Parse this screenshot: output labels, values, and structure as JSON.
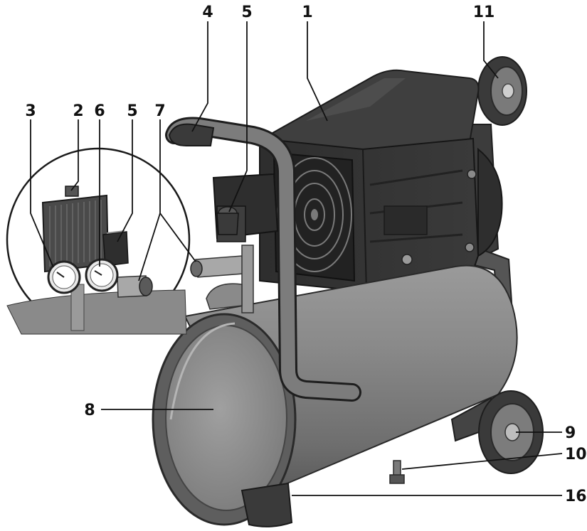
{
  "figure": {
    "callouts": [
      {
        "id": "c1",
        "label": "1"
      },
      {
        "id": "c2",
        "label": "2"
      },
      {
        "id": "c3",
        "label": "3"
      },
      {
        "id": "c4",
        "label": "4"
      },
      {
        "id": "c5a",
        "label": "5"
      },
      {
        "id": "c5b",
        "label": "5"
      },
      {
        "id": "c6",
        "label": "6"
      },
      {
        "id": "c7",
        "label": "7"
      },
      {
        "id": "c8",
        "label": "8"
      },
      {
        "id": "c9",
        "label": "9"
      },
      {
        "id": "c10",
        "label": "10"
      },
      {
        "id": "c11",
        "label": "11"
      },
      {
        "id": "c16",
        "label": "16"
      }
    ]
  }
}
